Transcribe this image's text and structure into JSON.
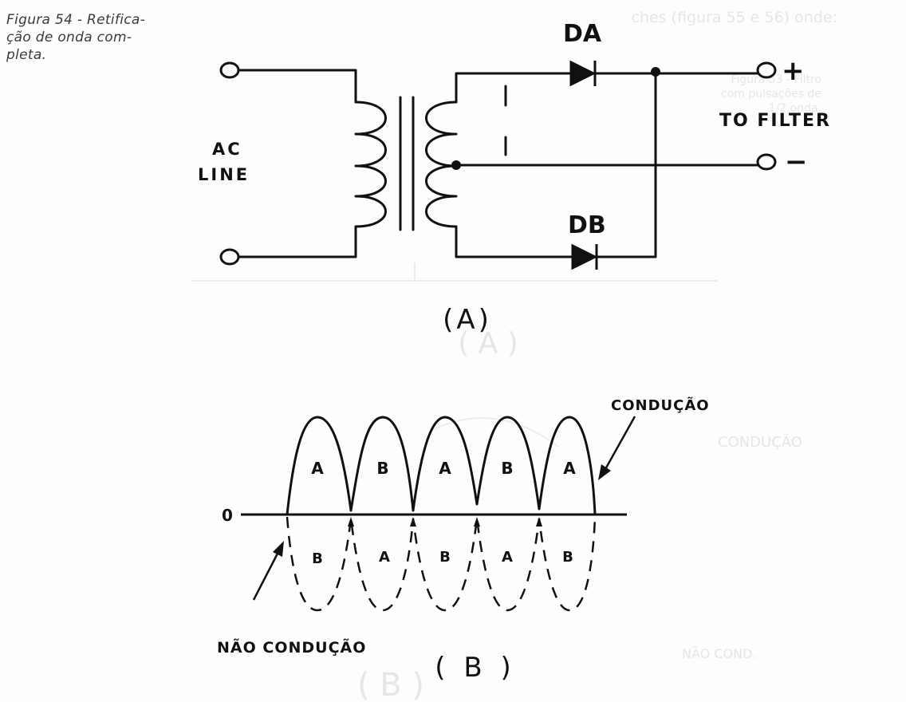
{
  "caption": {
    "lines": [
      "Figura 54 - Retifica-",
      "ção de onda com-",
      "pleta."
    ]
  },
  "ghost_text": {
    "top_line": "ches (figura 55 e 56) onde:",
    "side_note": [
      "Figura 53 - Filtro",
      "com pulsações de",
      "1/2 onda."
    ],
    "label_a": "( A )",
    "label_conducao": "CONDUÇÃO",
    "label_nao": "NÃO COND.",
    "label_b": "( B )"
  },
  "circuit": {
    "da_label": "DA",
    "db_label": "DB",
    "plus": "+",
    "minus": "−",
    "to_filter": "TO FILTER",
    "ac_line": [
      "AC",
      "LINE"
    ],
    "panel_label": "(A)"
  },
  "waveform": {
    "zero_label": "0",
    "upper_halves": [
      "A",
      "B",
      "A",
      "B",
      "A"
    ],
    "lower_halves": [
      "B",
      "A",
      "B",
      "A",
      "B"
    ],
    "conduction_label": "CONDUÇÃO",
    "non_conduction_label": "NÃO CONDUÇÃO",
    "panel_label": "( B )"
  }
}
